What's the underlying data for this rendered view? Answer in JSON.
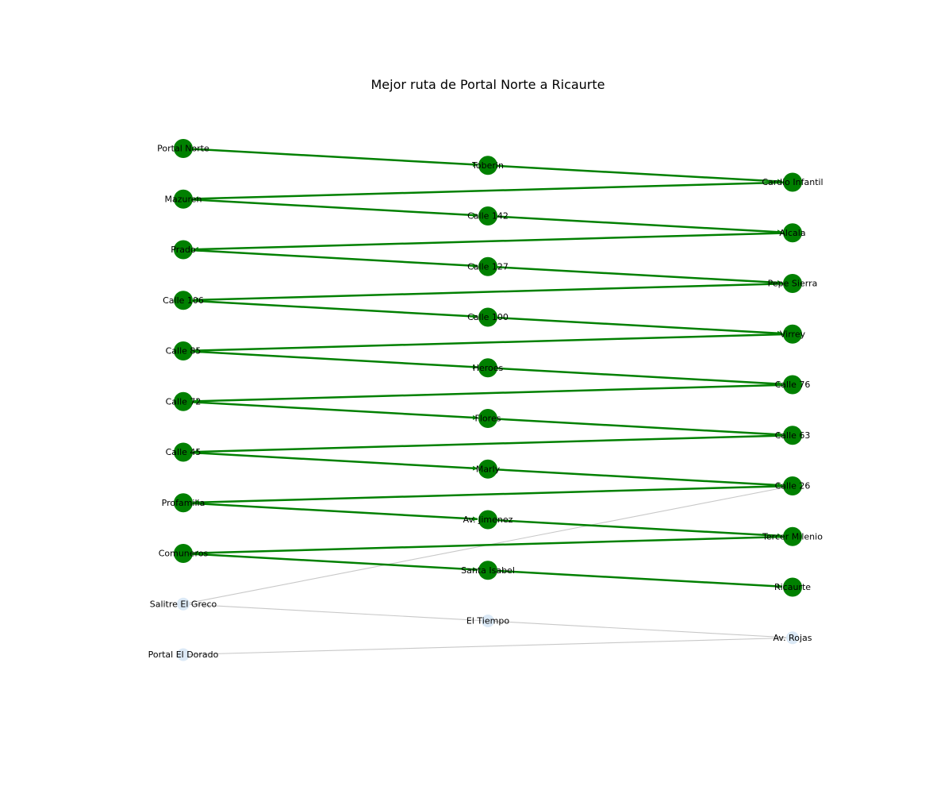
{
  "title": "Mejor ruta de Portal Norte a Ricaurte",
  "colors": {
    "route_node": "#008000",
    "route_edge": "#008000",
    "other_node": "#dbe9f6",
    "other_edge": "#c8c8c8"
  },
  "nodes": [
    {
      "label": "Portal Norte",
      "on_route": true
    },
    {
      "label": "Toberin",
      "on_route": true
    },
    {
      "label": "Cardio Infantil",
      "on_route": true
    },
    {
      "label": "Mazuren",
      "on_route": true
    },
    {
      "label": "Calle 142",
      "on_route": true
    },
    {
      "label": "Alcala",
      "on_route": true
    },
    {
      "label": "Prado",
      "on_route": true
    },
    {
      "label": "Calle 127",
      "on_route": true
    },
    {
      "label": "Pepe Sierra",
      "on_route": true
    },
    {
      "label": "Calle 106",
      "on_route": true
    },
    {
      "label": "Calle 100",
      "on_route": true
    },
    {
      "label": "Virrey",
      "on_route": true
    },
    {
      "label": "Calle 85",
      "on_route": true
    },
    {
      "label": "Heroes",
      "on_route": true
    },
    {
      "label": "Calle 76",
      "on_route": true
    },
    {
      "label": "Calle 72",
      "on_route": true
    },
    {
      "label": "Flores",
      "on_route": true
    },
    {
      "label": "Calle 63",
      "on_route": true
    },
    {
      "label": "Calle 45",
      "on_route": true
    },
    {
      "label": "Marly",
      "on_route": true
    },
    {
      "label": "Calle 26",
      "on_route": true
    },
    {
      "label": "Profamilia",
      "on_route": true
    },
    {
      "label": "Av. Jimenez",
      "on_route": true
    },
    {
      "label": "Tercer Milenio",
      "on_route": true
    },
    {
      "label": "Comuneros",
      "on_route": true
    },
    {
      "label": "Santa Isabel",
      "on_route": true
    },
    {
      "label": "Ricaurte",
      "on_route": true
    },
    {
      "label": "Salitre El Greco",
      "on_route": false
    },
    {
      "label": "El Tiempo",
      "on_route": false
    },
    {
      "label": "Av. Rojas",
      "on_route": false
    },
    {
      "label": "Portal El Dorado",
      "on_route": false
    }
  ],
  "route": [
    "Portal Norte",
    "Toberin",
    "Cardio Infantil",
    "Mazuren",
    "Calle 142",
    "Alcala",
    "Prado",
    "Calle 127",
    "Pepe Sierra",
    "Calle 106",
    "Calle 100",
    "Virrey",
    "Calle 85",
    "Heroes",
    "Calle 76",
    "Calle 72",
    "Flores",
    "Calle 63",
    "Calle 45",
    "Marly",
    "Calle 26",
    "Profamilia",
    "Av. Jimenez",
    "Tercer Milenio",
    "Comuneros",
    "Santa Isabel",
    "Ricaurte"
  ],
  "other_edges": [
    [
      "Salitre El Greco",
      "Calle 26"
    ],
    [
      "Salitre El Greco",
      "Av. Rojas"
    ],
    [
      "Portal El Dorado",
      "Av. Rojas"
    ]
  ]
}
